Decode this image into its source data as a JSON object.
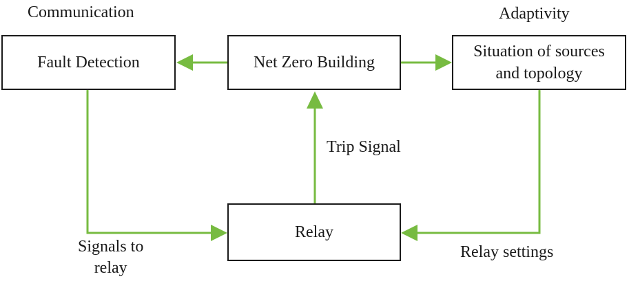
{
  "colors": {
    "arrow": "#77bb41",
    "border": "#1a1a1a",
    "text": "#1a1a1a"
  },
  "headers": {
    "communication": "Communication",
    "adaptivity": "Adaptivity"
  },
  "boxes": {
    "fault_detection": "Fault Detection",
    "net_zero_building": "Net Zero Building",
    "situation": "Situation of sources\nand topology",
    "relay": "Relay"
  },
  "edge_labels": {
    "trip_signal": "Trip Signal",
    "signals_to_relay": "Signals to\nrelay",
    "relay_settings": "Relay settings"
  }
}
